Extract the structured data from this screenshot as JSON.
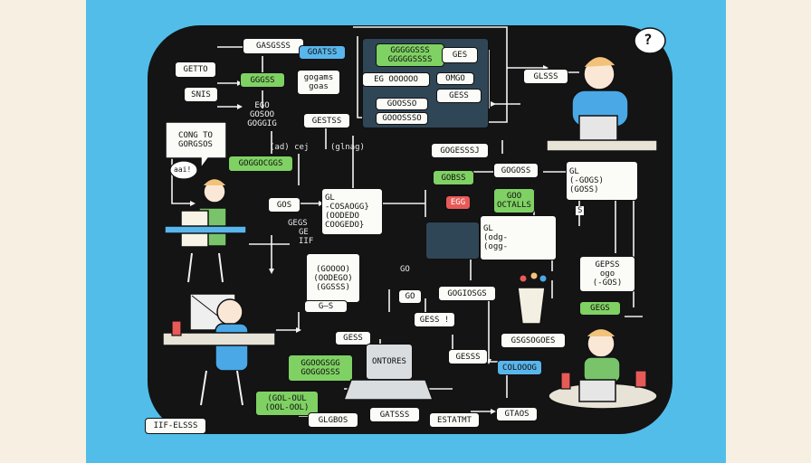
{
  "illustration": {
    "corner_label": "IIF-ELSSS",
    "question_mark": "?",
    "bubble_text": "aai!",
    "small_label_1": "(ad) cej",
    "small_label_2": "(glnag)",
    "small_label_3": "GEGS",
    "small_label_4": "GE",
    "small_label_5": "IIF",
    "small_label_6": "GO",
    "small_label_7": "S",
    "small_label_8": "S",
    "labels": {
      "gasgsss": "GASGSSS",
      "goatss": "GOATSS",
      "getto": "GETTO",
      "snis": "SNIS",
      "ggss": "GGGSS",
      "gogams": "gogams\ngoas",
      "ego": "EGO\nGOSOO\nGOGGIG",
      "cong": "CONG TO\nGORGSOS",
      "gestss": "GESTSS",
      "goggocs": "GOGGOCGGS",
      "ggss_top": "GGGGGSSS\nGGGGGSSSS",
      "ges_top": "GES",
      "egooo": "EG OOOOOO",
      "omgo": "OMGO",
      "gess_mid": "GESS",
      "gooso": "GOOSSO",
      "gossso": "GOOOSSSO",
      "glsss": "GLSSS",
      "gogesssj": "GOGESSSJ",
      "gobss": "GOBSS",
      "gogoss": "GOGOSS",
      "egg": "EGG",
      "goo": "GOO\nOCTALLS",
      "gos": "GOS",
      "gl_code": "GL\n-COSAOGG}\n(OODEDO\nCOOGEDO}",
      "gl_right": "GL\n(-GOGS)\n(GOSS)",
      "gl_code2": "GL\n(odg-\n(ogg-",
      "gooss_code": "(GOOOO)\n(OODEGO)\n(GGSSS)",
      "go": "GO",
      "gogiosgs": "GOGIOSGS",
      "gepss": "GEPSS\nogo\n(-GOS)",
      "gegs": "GEGS",
      "gess_bang": "GESS !",
      "gsgsoes": "GSGSOGOES",
      "ges_small": "GESS",
      "ggg_bottom": "GGOOGSGG\nGOGGOSSS",
      "gess_low": "GESSS",
      "colog": "COLOOOG",
      "ontores": "ONTORES",
      "gl_ol": "(GOL-OUL\n(OOL-OOL)",
      "glgbos": "GLGBOS",
      "gatsss": "GATSSS",
      "estatmt": "ESTATMT",
      "gtaos": "GTAOS",
      "g_s": "G—S"
    }
  }
}
